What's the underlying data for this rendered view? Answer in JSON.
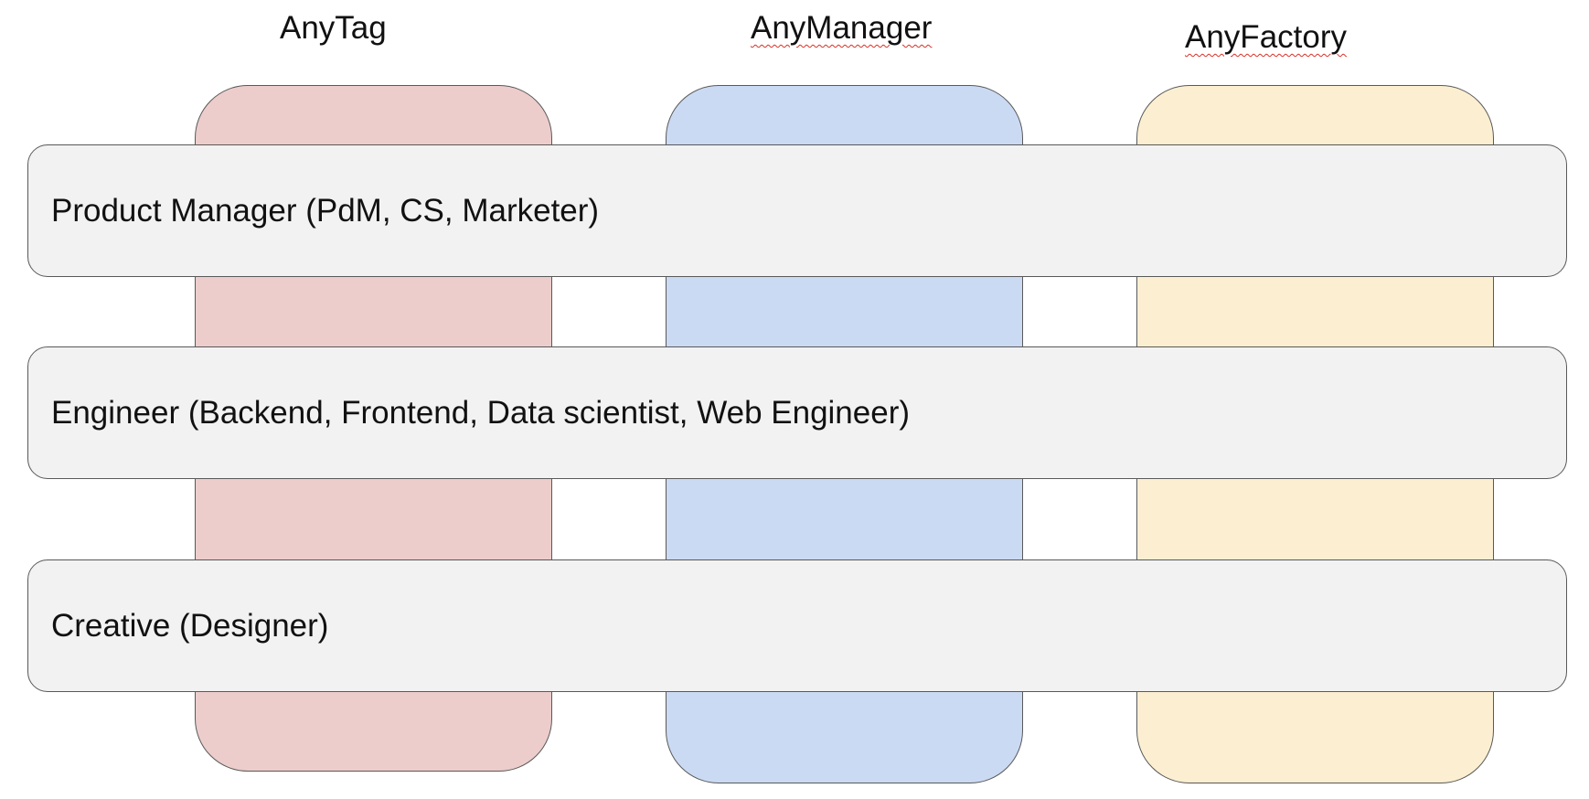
{
  "columns": [
    {
      "title": "AnyTag",
      "fill": "#eccdcc",
      "spell_flagged": false
    },
    {
      "title": "AnyManager",
      "fill": "#cbdaf3",
      "spell_flagged": true
    },
    {
      "title": "AnyFactory",
      "fill": "#fcefd1",
      "spell_flagged": true
    }
  ],
  "rows": [
    {
      "label": "Product Manager (PdM, CS, Marketer)"
    },
    {
      "label": "Engineer (Backend, Frontend, Data scientist, Web Engineer)"
    },
    {
      "label": "Creative (Designer)"
    }
  ],
  "colors": {
    "row_fill": "#f2f2f2",
    "stroke": "#595959",
    "spellcheck_underline": "#d93025"
  }
}
